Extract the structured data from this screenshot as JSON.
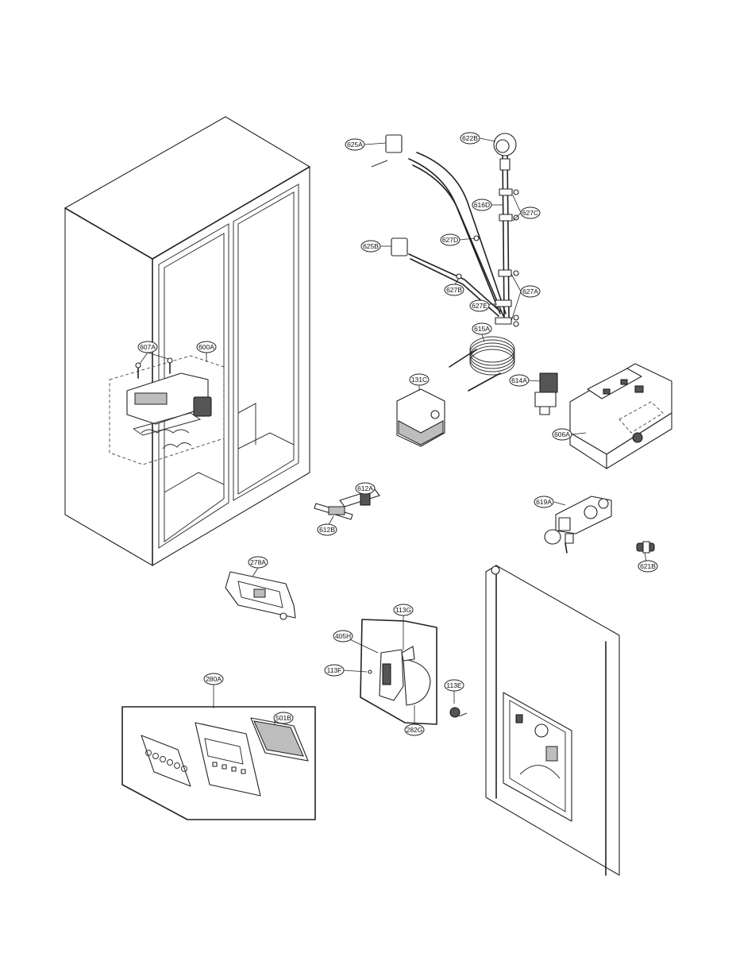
{
  "labels": {
    "l625A": "625A",
    "l622B": "622B",
    "l616D": "616D",
    "l627C": "627C",
    "l627D": "627D",
    "l625B": "625B",
    "l627B": "627B",
    "l627A": "627A",
    "l627E": "627E",
    "l615A": "615A",
    "l607A": "607A",
    "l600A": "600A",
    "l131C": "131C",
    "l614A": "614A",
    "l606A": "606A",
    "l612A": "612A",
    "l612B": "612B",
    "l619A": "619A",
    "l621B": "621B",
    "l278A": "278A",
    "l113G": "113G",
    "l405H": "405H",
    "l113F": "113F",
    "l113E": "113E",
    "l282G": "282G",
    "l280A": "280A",
    "l501B": "501B"
  }
}
